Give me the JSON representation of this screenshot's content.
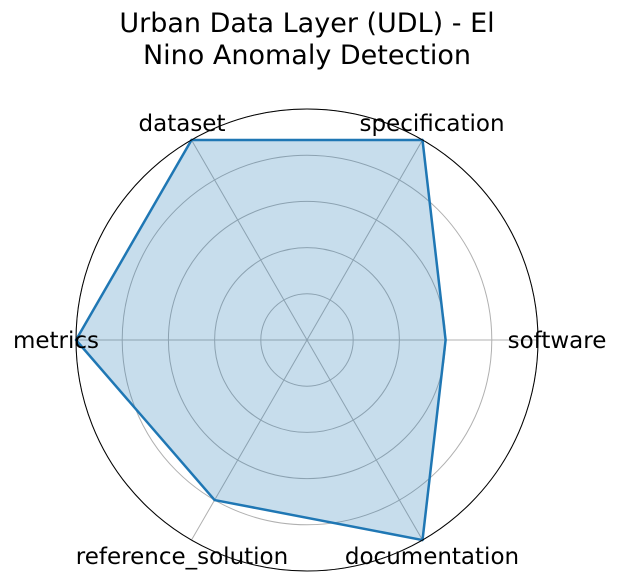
{
  "chart_data": {
    "type": "radar",
    "title_lines": [
      "Urban Data Layer (UDL) - El",
      "Nino Anomaly Detection"
    ],
    "categories": [
      "software",
      "specification",
      "dataset",
      "metrics",
      "reference_solution",
      "documentation"
    ],
    "values": [
      0.6,
      1.0,
      1.0,
      1.0,
      0.8,
      1.0
    ],
    "rlim": [
      0,
      1
    ],
    "grid": true,
    "series_color": "#1f77b4",
    "fill_color": "#1f77b4",
    "fill_opacity": 0.25,
    "grid_color": "#b0b0b0"
  }
}
